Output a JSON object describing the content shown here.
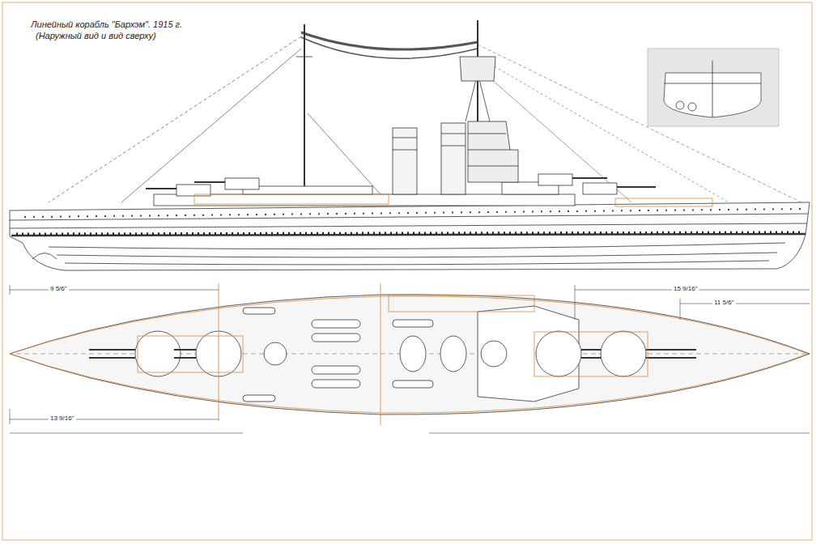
{
  "diagram": {
    "title": "Линейный корабль \"Бархэм\". 1915 г.",
    "labels": [
      "(Наружный вид и вид сверху)",
      "9 5/6\"",
      "15 9/16\"",
      "11 5/6\"",
      "13 9/16\""
    ]
  }
}
